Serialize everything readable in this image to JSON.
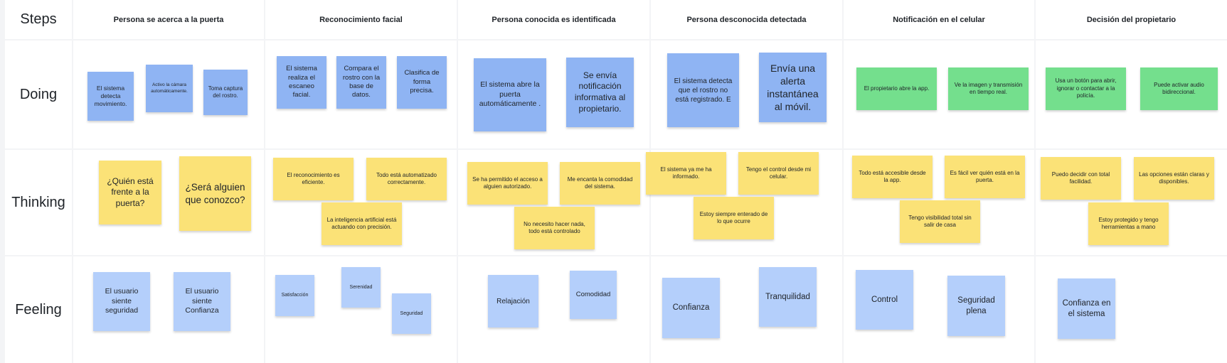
{
  "rows": {
    "steps": "Steps",
    "doing": "Doing",
    "thinking": "Thinking",
    "feeling": "Feeling"
  },
  "columns": [
    "Persona se acerca a la puerta",
    "Reconocimiento facial",
    "Persona conocida es identificada",
    "Persona desconocida detectada",
    "Notificación en el celular",
    "Decisión del propietario"
  ],
  "doing": [
    [
      "El sistema detecta movimiento.",
      "Activo la cámara automáticamente.",
      "Toma captura del rostro."
    ],
    [
      "El sistema realiza el escaneo facial.",
      "Compara el rostro con la base de datos.",
      "Clasifica de forma precisa."
    ],
    [
      "El sistema abre la puerta automáticamente .",
      "Se envía notificación informativa al propietario."
    ],
    [
      "El sistema detecta que el rostro no está registrado. E",
      "Envía una alerta instantánea al móvil."
    ],
    [
      "El propietario abre la app.",
      "Ve la imagen y transmisión en tiempo real."
    ],
    [
      "Usa un botón para abrir, ignorar o contactar a la policía.",
      "Puede activar audio bidireccional."
    ]
  ],
  "thinking": [
    [
      "¿Quién está frente a la puerta?",
      "¿Será alguien que conozco?"
    ],
    [
      "El reconocimiento es eficiente.",
      "Todo está automatizado correctamente.",
      "La inteligencia artificial está actuando con precisión."
    ],
    [
      "Se ha permitido el acceso a alguien autorizado.",
      "Me encanta la comodidad del sistema.",
      "No necesito hacer nada, todo está controlado"
    ],
    [
      "El sistema ya me ha informado.",
      "Tengo el control desde mi celular.",
      "Estoy siempre enterado de lo que ocurre"
    ],
    [
      "Todo está accesible desde la app.",
      "Es fácil ver quién está en la puerta.",
      "Tengo visibilidad total sin salir de casa"
    ],
    [
      "Puedo decidir con total facilidad.",
      "Las opciones están claras y disponibles.",
      "Estoy protegido y tengo herramientas a mano"
    ]
  ],
  "feeling": [
    [
      "El usuario siente seguridad",
      "El usuario siente Confianza"
    ],
    [
      "Satisfacción",
      "Serenidad",
      "Seguridad"
    ],
    [
      "Relajación",
      "Comodidad"
    ],
    [
      "Confianza",
      "Tranquilidad"
    ],
    [
      "Control",
      "Seguridad plena"
    ],
    [
      "Confianza en el sistema"
    ]
  ],
  "colors": {
    "doing_blue": "#8fb4f3",
    "doing_green": "#74df8d",
    "thinking_yellow": "#fbe277",
    "feeling_blue": "#b4cffb",
    "grid_line": "#f3f4f6"
  }
}
